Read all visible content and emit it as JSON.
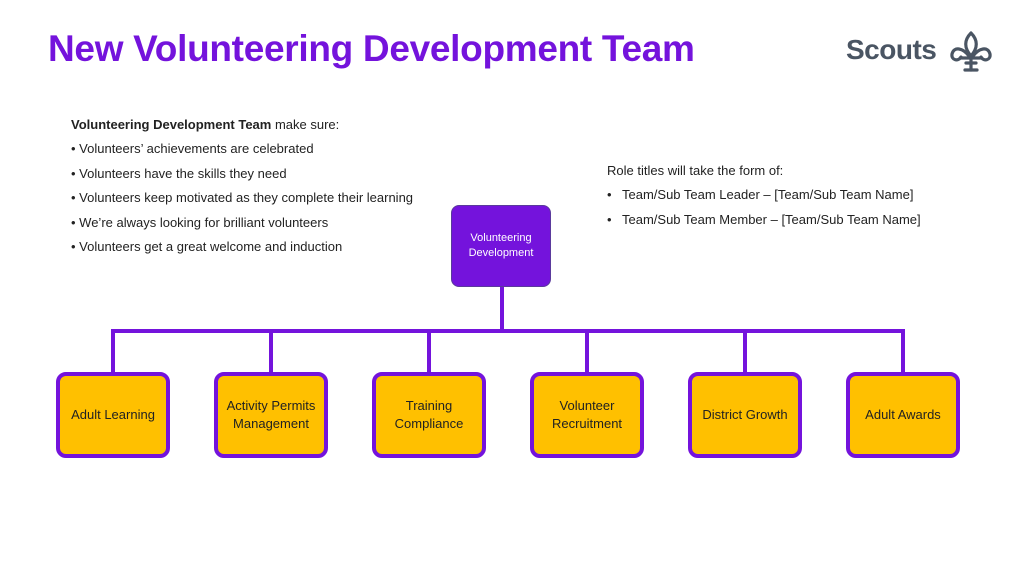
{
  "title": "New Volunteering Development Team",
  "logo": {
    "text": "Scouts",
    "icon": "fleur-de-lis-icon"
  },
  "intro": {
    "lead_bold": "Volunteering Development Team",
    "lead_rest": " make sure:",
    "bullets": [
      "• Volunteers’ achievements are celebrated",
      "• Volunteers have the skills they need",
      "• Volunteers keep motivated as they complete their learning",
      "• We’re always looking for brilliant volunteers",
      "• Volunteers get a great welcome and induction"
    ]
  },
  "roles": {
    "heading": "Role titles will take the form of:",
    "items": [
      "Team/Sub Team Leader – [Team/Sub Team Name]",
      "Team/Sub Team Member – [Team/Sub Team Name]"
    ]
  },
  "org": {
    "root": "Volunteering Development",
    "children": [
      "Adult Learning",
      "Activity Permits Management",
      "Training Compliance",
      "Volunteer Recruitment",
      "District Growth",
      "Adult Awards"
    ]
  },
  "colors": {
    "purple": "#7413dc",
    "gold": "#ffc000",
    "logo_grey": "#4a5563"
  }
}
